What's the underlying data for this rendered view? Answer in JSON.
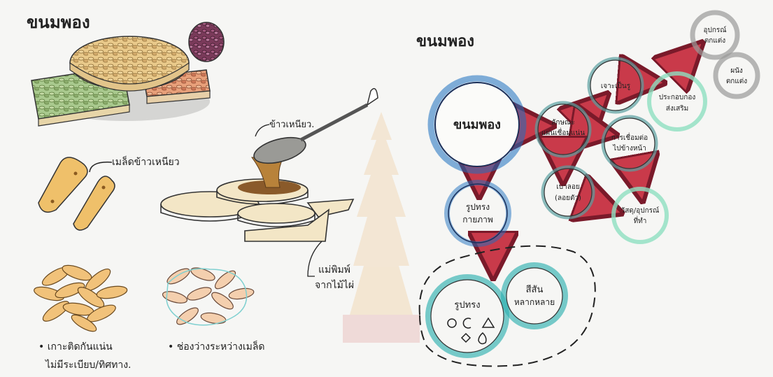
{
  "left_sketch": {
    "title": "ขนมพอง",
    "label_rice_grain": "เมล็ดข้าวเหนียว",
    "label_sticky_rice": "ข้าวเหนียว.",
    "label_mold": "แม่พิมพ์ จากไม้ไผ่",
    "label_mold_line1": "แม่พิมพ์",
    "label_mold_line2": "จากไม้ไผ่",
    "note_left_line1": "• เกาะติดกันแน่น",
    "note_left_line2": "ไม่มีระเบียบ/ทิศทาง.",
    "note_right": "• ช่องว่างระหว่างเมล็ด"
  },
  "mindmap": {
    "title": "ขนมพอง",
    "center": "ขนมพอง",
    "node_characteristic_line1": "ลักษณะ",
    "node_characteristic_line2": "แผ่นเชื่อมแน่น",
    "node_cut_apart": "เจาะเป็นรู",
    "node_structure_line1": "ประกอบกอง",
    "node_structure_line2": "ส่งเสริม",
    "node_material_line1": "อุปกรณ์",
    "node_material_line2": "ตกแต่ง",
    "node_grey2_line1": "ผนัง",
    "node_grey2_line2": "ตกแต่ง",
    "node_open_line1": "การเชื่อมต่อ",
    "node_open_line2": "ไปข้างหน้า",
    "node_light_line1": "เบาลอย",
    "node_light_line2": "(ลอยตัว)",
    "node_object_line1": "วัสดุ/อุปกรณ์",
    "node_object_line2": "ที่ทำ",
    "node_form_line1": "รูปทรง",
    "node_form_line2": "กายภาพ",
    "node_shape": "รูปทรง",
    "node_colors_line1": "สีสัน",
    "node_colors_line2": "หลากหลาย"
  }
}
